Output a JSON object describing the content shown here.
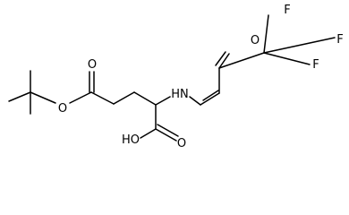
{
  "molecule": {
    "atoms": {
      "o_ester_carbonyl": "O",
      "o_ester_ether": "O",
      "nh": "HN",
      "o_ketone": "O",
      "f_top": "F",
      "f_right": "F",
      "f_bottom": "F",
      "oh_acid": "HO",
      "o_acid_carbonyl": "O"
    }
  }
}
